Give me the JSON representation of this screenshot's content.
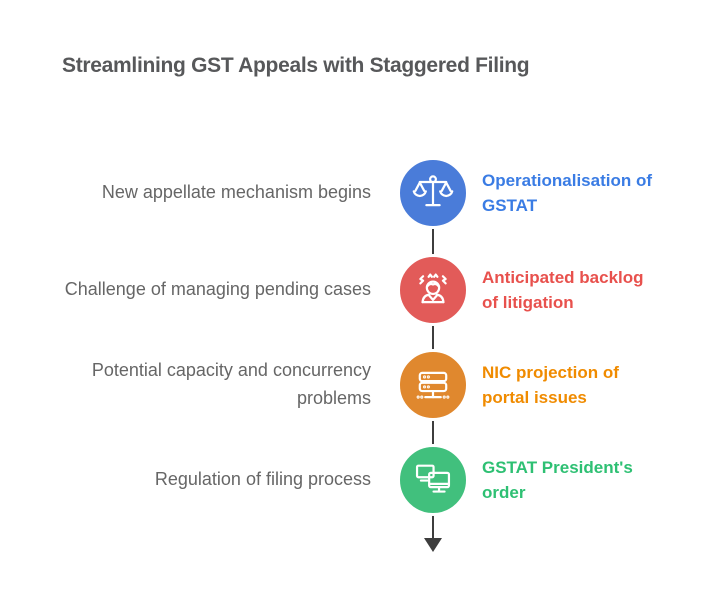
{
  "title": "Streamlining GST Appeals with Staggered Filing",
  "colors": {
    "title_text": "#57585a",
    "left_label_text": "#666666",
    "connector_line": "#3d3d3d",
    "background": "#ffffff"
  },
  "arrow_icon": "down-arrow-icon",
  "items": [
    {
      "left_label": "New appellate mechanism begins",
      "right_label": "Operationalisation of\nGSTAT",
      "icon": "scales-of-justice-icon",
      "circle_color": "#4a7cd9",
      "text_color": "#3a7ce4"
    },
    {
      "left_label": "Challenge of managing pending cases",
      "right_label": "Anticipated backlog\nof litigation",
      "icon": "stressed-person-icon",
      "circle_color": "#e25b59",
      "text_color": "#e8514d"
    },
    {
      "left_label": "Potential capacity and concurrency\nproblems",
      "right_label": "NIC projection of\nportal issues",
      "icon": "server-stack-icon",
      "circle_color": "#e0882e",
      "text_color": "#f08b00"
    },
    {
      "left_label": "Regulation of filing process",
      "right_label": "GSTAT President's\norder",
      "icon": "dual-monitors-icon",
      "circle_color": "#41c07d",
      "text_color": "#2ec073"
    }
  ]
}
